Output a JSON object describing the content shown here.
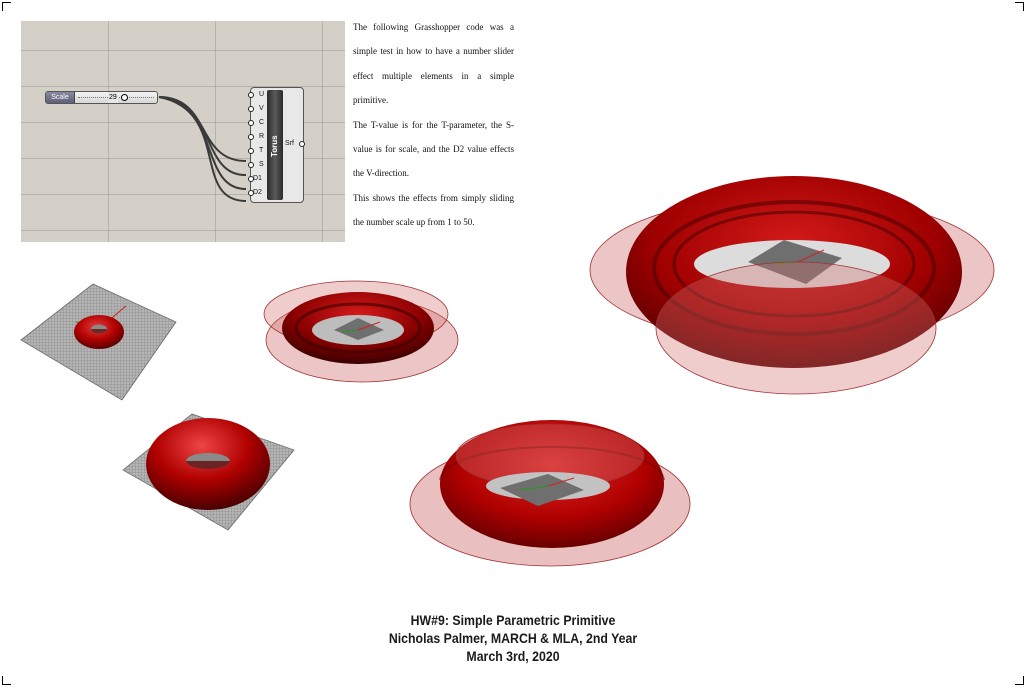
{
  "grasshopper": {
    "slider_name": "Scale",
    "slider_value": "29",
    "component_name": "Torus",
    "inputs": [
      "U",
      "V",
      "C",
      "R",
      "T",
      "S",
      "D1",
      "D2"
    ],
    "output": "Srf"
  },
  "description": {
    "paragraphs": [
      "The following Grasshopper code was a simple test in how to have a number slider effect multiple elements in a simple primitive.",
      "The T-value is for the T-parameter, the S-value is for scale, and the D2 value effects the V-direction.",
      "This shows the effects from simply sliding the number scale up from 1 to 50."
    ]
  },
  "caption": {
    "line1": "HW#9: Simple Parametric Primitive",
    "line2": "Nicholas Palmer, MARCH & MLA, 2nd Year",
    "line3": "March 3rd, 2020"
  },
  "colors": {
    "torus_red": "#b00000",
    "torus_dark": "#5a0000",
    "disc_red": "#d07070",
    "grid_gray": "#9a9a9a",
    "canvas_gray": "#d4d0c8"
  }
}
